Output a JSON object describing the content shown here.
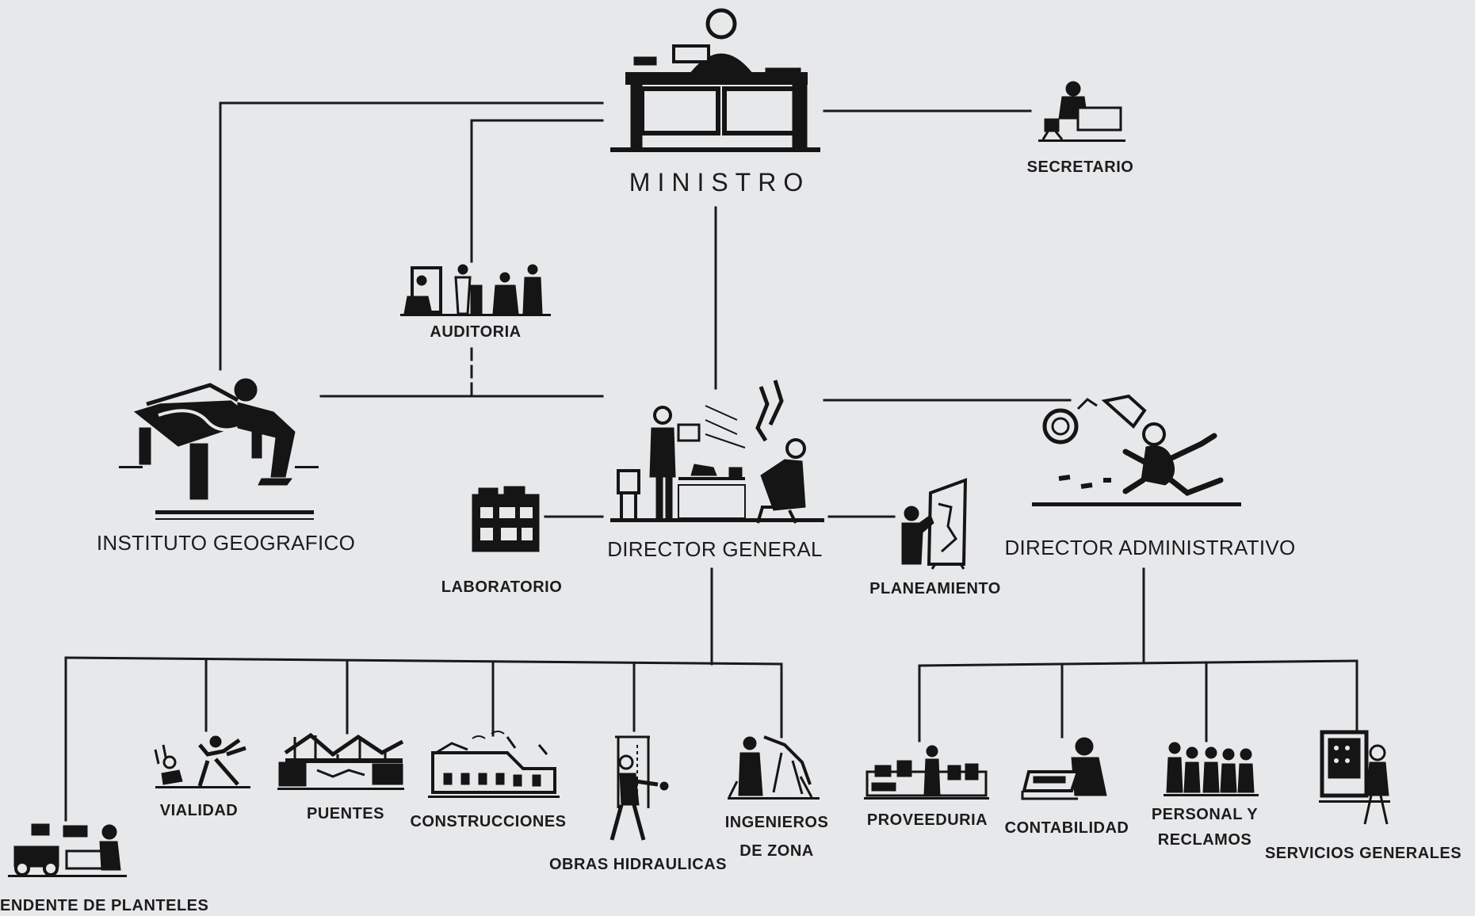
{
  "diagram": {
    "nodes": {
      "ministro": {
        "label": "MINISTRO",
        "icon": "minister-desk-icon"
      },
      "secretario": {
        "label": "SECRETARIO",
        "icon": "typist-icon"
      },
      "auditoria": {
        "label": "AUDITORIA",
        "icon": "auditors-icon"
      },
      "instituto_geografico": {
        "label": "INSTITUTO GEOGRAFICO",
        "icon": "map-drafting-table-icon"
      },
      "director_general": {
        "label": "DIRECTOR GENERAL",
        "icon": "director-office-icon"
      },
      "laboratorio": {
        "label": "LABORATORIO",
        "icon": "laboratory-building-icon"
      },
      "planeamiento": {
        "label": "PLANEAMIENTO",
        "icon": "planning-board-icon"
      },
      "director_administrativo": {
        "label": "DIRECTOR ADMINISTRATIVO",
        "icon": "running-moneybag-icon"
      },
      "planteles": {
        "label": "ENDENTE DE PLANTELES",
        "icon": "machinery-icon"
      },
      "vialidad": {
        "label": "VIALIDAD",
        "icon": "road-workers-icon"
      },
      "puentes": {
        "label": "PUENTES",
        "icon": "bridge-icon"
      },
      "construcciones": {
        "label": "CONSTRUCCIONES",
        "icon": "building-icon"
      },
      "obras_hidraulicas": {
        "label": "OBRAS HIDRAULICAS",
        "icon": "water-worker-icon"
      },
      "ingenieros_de_zona": {
        "label_line1": "INGENIEROS",
        "label_line2": "DE ZONA",
        "icon": "surveyors-icon"
      },
      "proveeduria": {
        "label": "PROVEEDURIA",
        "icon": "supply-store-icon"
      },
      "contabilidad": {
        "label": "CONTABILIDAD",
        "icon": "accountant-icon"
      },
      "personal_y_reclamos": {
        "label_line1": "PERSONAL Y",
        "label_line2": "RECLAMOS",
        "icon": "staff-group-icon"
      },
      "servicios_generales": {
        "label": "SERVICIOS GENERALES",
        "icon": "switchboard-icon"
      }
    },
    "edges": [
      [
        "ministro",
        "secretario"
      ],
      [
        "ministro",
        "auditoria"
      ],
      [
        "ministro",
        "instituto_geografico"
      ],
      [
        "ministro",
        "director_general"
      ],
      [
        "director_general",
        "director_administrativo"
      ],
      [
        "director_general",
        "laboratorio"
      ],
      [
        "director_general",
        "planeamiento"
      ],
      [
        "director_general",
        "planteles"
      ],
      [
        "director_general",
        "vialidad"
      ],
      [
        "director_general",
        "puentes"
      ],
      [
        "director_general",
        "construcciones"
      ],
      [
        "director_general",
        "obras_hidraulicas"
      ],
      [
        "director_general",
        "ingenieros_de_zona"
      ],
      [
        "director_administrativo",
        "proveeduria"
      ],
      [
        "director_administrativo",
        "contabilidad"
      ],
      [
        "director_administrativo",
        "personal_y_reclamos"
      ],
      [
        "director_administrativo",
        "servicios_generales"
      ]
    ],
    "colors": {
      "ink": "#161616",
      "paper": "#e7e8ea"
    }
  }
}
